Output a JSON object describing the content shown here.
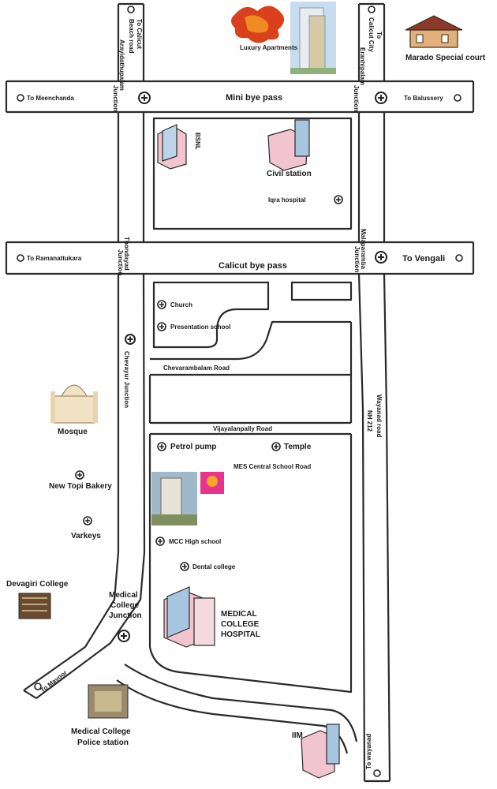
{
  "roads": {
    "mini_bye_pass": "Mini bye pass",
    "calicut_bye_pass": "Calicut bye pass",
    "chevarambalam_road": "Chevarambalam Road",
    "vijayalanpally_road": "Vijayalanpally Road",
    "mes_school_road": "MES Central School Road",
    "wayanad_road": "Wayanad road",
    "nh": "NH 212"
  },
  "directions": {
    "to_meenchanda": "To Meenchanda",
    "to_balussery": "To Balussery",
    "to_ramanattukara": "To Ramanattukara",
    "to_vengali": "To Vengali",
    "to_mavoor": "To Mavoor",
    "to_wayanad": "To wayanad",
    "to_calicut_beach_1": "To Calicut",
    "to_calicut_beach_2": "Beach road",
    "to_calicut_city_1": "To",
    "to_calicut_city_2": "Calicut City"
  },
  "junctions": {
    "arayidathupalam_1": "Arayidathupalam",
    "arayidathupalam_2": "Junction",
    "eranhipalam_1": "Eranhipalam",
    "eranhipalam_2": "Junction",
    "thondayad_1": "Thondayad",
    "thondayad_2": "Junction",
    "malaparamba_1": "Malaparamba",
    "malaparamba_2": "Junction",
    "chevayur": "Chevayur Junction",
    "medical_college_1": "Medical",
    "medical_college_2": "College",
    "medical_college_3": "Junction"
  },
  "places": {
    "marado_court": "Marado Special court",
    "bsnl": "BSNL",
    "civil_station": "Civil station",
    "iqra_hospital": "Iqra hospital",
    "church": "Church",
    "presentation_school": "Presentation school",
    "petrol_pump": "Petrol pump",
    "temple": "Temple",
    "mosque": "Mosque",
    "new_topi_bakery": "New Topi Bakery",
    "varkeys": "Varkeys",
    "devagiri_college": "Devagiri College",
    "mcc_high_school": "MCC High school",
    "dental_college": "Dental college",
    "medical_college_hospital_1": "MEDICAL",
    "medical_college_hospital_2": "COLLEGE",
    "medical_college_hospital_3": "HOSPITAL",
    "police_station_1": "Medical College",
    "police_station_2": "Police station",
    "iim": "IIM",
    "logo_tagline": "Luxury Apartments"
  },
  "colors": {
    "road_fill": "#ffffff",
    "road_edge": "#2a2a2a",
    "sign_red": "#d9401c",
    "logo_pink": "#e8338c",
    "building_pink": "#f2c4cf",
    "building_blue": "#a9c6e0"
  }
}
